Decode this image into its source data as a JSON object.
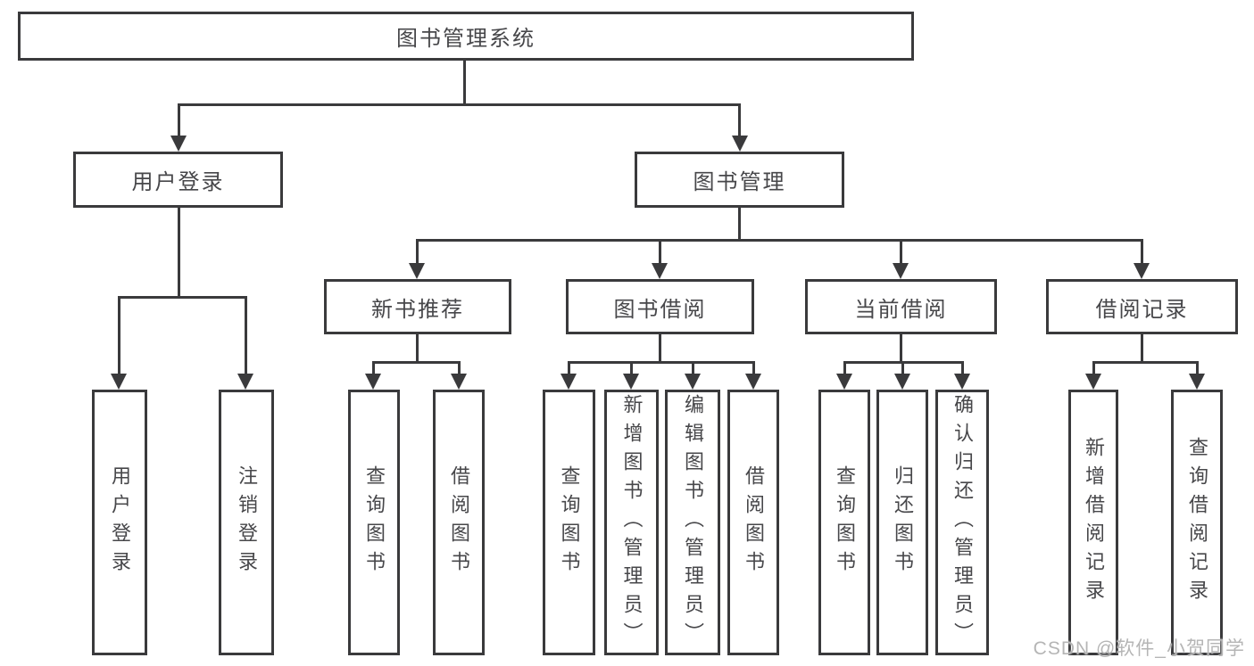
{
  "diagram_title": "图书管理系统",
  "nodes": {
    "root": "图书管理系统",
    "l2": [
      "用户登录",
      "图书管理"
    ],
    "l3": [
      "新书推荐",
      "图书借阅",
      "当前借阅",
      "借阅记录"
    ],
    "l4": {
      "login": [
        "用户登录",
        "注销登录"
      ],
      "recommend": [
        "查询图书",
        "借阅图书"
      ],
      "borrow": [
        "查询图书",
        "新增图书（管理员）",
        "编辑图书（管理员）",
        "借阅图书"
      ],
      "current": [
        "查询图书",
        "归还图书",
        "确认归还（管理员）"
      ],
      "records": [
        "新增借阅记录",
        "查询借阅记录"
      ]
    }
  },
  "watermark": "CSDN @软件_小贺同学",
  "colors": {
    "background": "#ffffff",
    "line": "#3a3a3c",
    "box_border": "#3a3a3c",
    "text": "#47474a",
    "watermark": "#b5b5b5"
  }
}
